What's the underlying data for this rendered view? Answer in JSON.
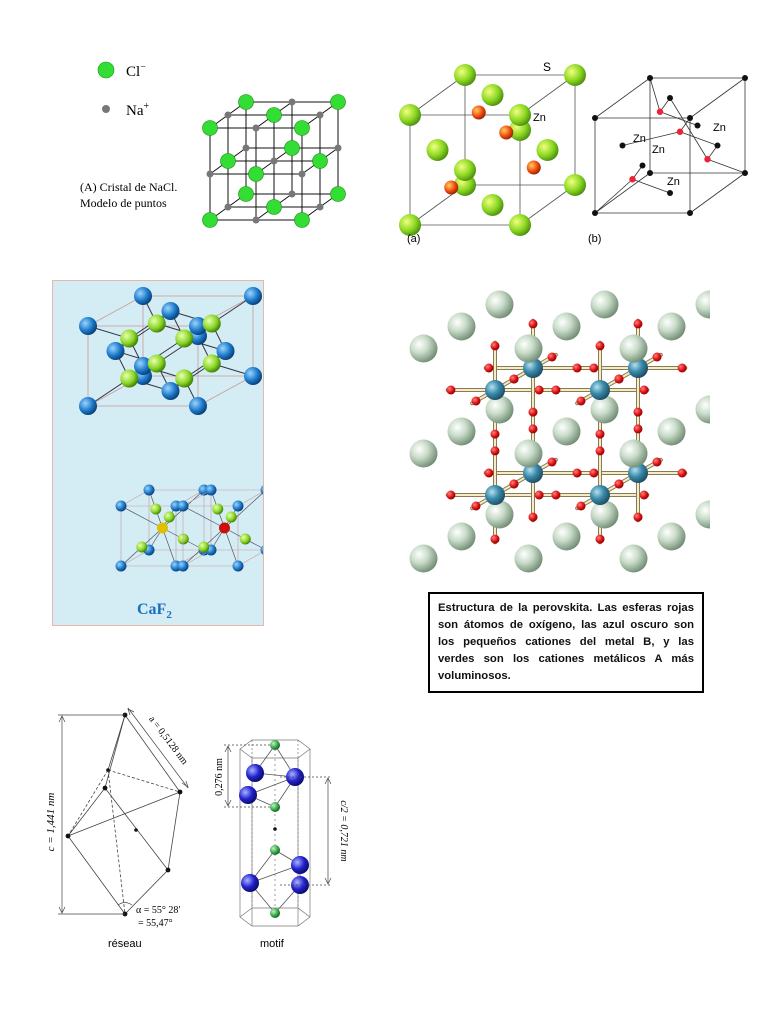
{
  "nacl": {
    "legend_cl": "Cl",
    "legend_cl_sup": "−",
    "legend_na": "Na",
    "legend_na_sup": "+",
    "caption_line1": "(A) Cristal de NaCl.",
    "caption_line2": "Modelo de puntos"
  },
  "zns": {
    "label_s": "S",
    "label_zn": "Zn",
    "label_a": "(a)",
    "label_b": "(b)"
  },
  "caf2": {
    "label": "CaF",
    "label_sub": "2"
  },
  "perovskite": {
    "caption": "Estructura de la perovskita. Las esferas rojas son átomos de oxígeno, las azul oscuro son los pequeños cationes del metal B, y las verdes son los cationes metálicos A más voluminosos."
  },
  "rhombo": {
    "c_label": "c = 1,441 nm",
    "a_label": "a = 0,5128 nm",
    "alpha_line1": "α = 55° 28′",
    "alpha_line2": "= 55,47°",
    "caption": "réseau"
  },
  "hexa": {
    "d_label": "0,276 nm",
    "c2_label": "c/2 = 0,721 nm",
    "caption": "motif"
  },
  "colors": {
    "chloride": "#33dd33",
    "sodium": "#777777",
    "oxygen": "#dd1111",
    "b_cation": "#3a8aaa",
    "a_cation": "#c8dcc8",
    "caf2_blue": "#1a78c8",
    "caf2_green": "#8ad628",
    "hexa_blue": "#2222cc"
  }
}
